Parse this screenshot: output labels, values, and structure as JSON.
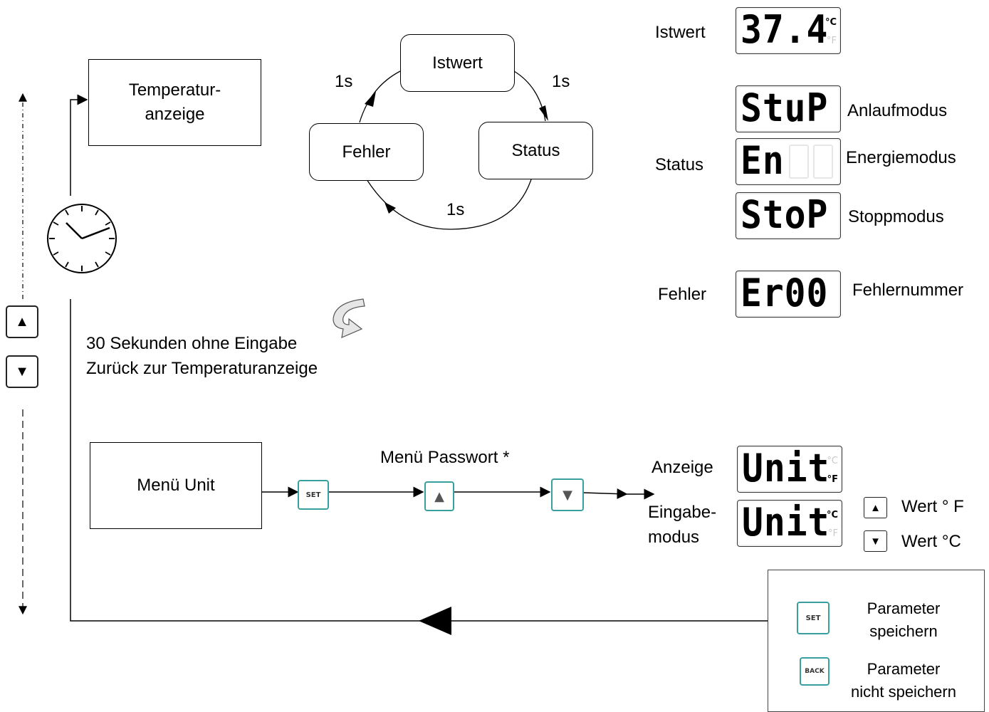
{
  "temp_box": {
    "line1": "Temperatur-",
    "line2": "anzeige"
  },
  "cycle": {
    "istwert": "Istwert",
    "fehler": "Fehler",
    "status": "Status",
    "t1": "1s",
    "t2": "1s",
    "t3": "1s"
  },
  "timeout_note": {
    "line1": "30 Sekunden ohne Eingabe",
    "line2": "Zurück zur Temperaturanzeige"
  },
  "side_keys": {
    "up": "▲",
    "down": "▼"
  },
  "menu_unit": {
    "label": "Menü Unit",
    "password_label": "Menü Passwort *"
  },
  "flow_keys": {
    "set": "SET",
    "up": "▲",
    "down": "▼"
  },
  "displays": {
    "istwert": {
      "label": "Istwert",
      "lcd": "37.4",
      "unit_on": "°C",
      "unit_off": "°F"
    },
    "status": {
      "label": "Status",
      "items": [
        {
          "lcd": "StuP",
          "desc": "Anlaufmodus"
        },
        {
          "lcd": "En",
          "desc": "Energiemodus"
        },
        {
          "lcd": "StoP",
          "desc": "Stoppmodus"
        }
      ]
    },
    "fehler": {
      "label": "Fehler",
      "lcd": "Er00",
      "desc": "Fehlernummer"
    },
    "anzeige": {
      "label": "Anzeige",
      "lcd": "Unit",
      "unit_on": "°F",
      "unit_off": "°C"
    },
    "eingabe": {
      "label_line1": "Eingabe-",
      "label_line2": "modus",
      "lcd": "Unit",
      "unit_on": "°C",
      "unit_off": "°F"
    }
  },
  "unit_choice": {
    "up_label": "Wert ° F",
    "down_label": "Wert °C",
    "up_key": "▲",
    "down_key": "▼"
  },
  "legend": {
    "set_key": "SET",
    "set_line1": "Parameter",
    "set_line2": "speichern",
    "back_key": "BACK",
    "back_line1": "Parameter",
    "back_line2": "nicht speichern"
  },
  "colors": {
    "key_border": "#3a9f9f",
    "line": "#000000",
    "lcd_off": "#c8c8c8"
  }
}
